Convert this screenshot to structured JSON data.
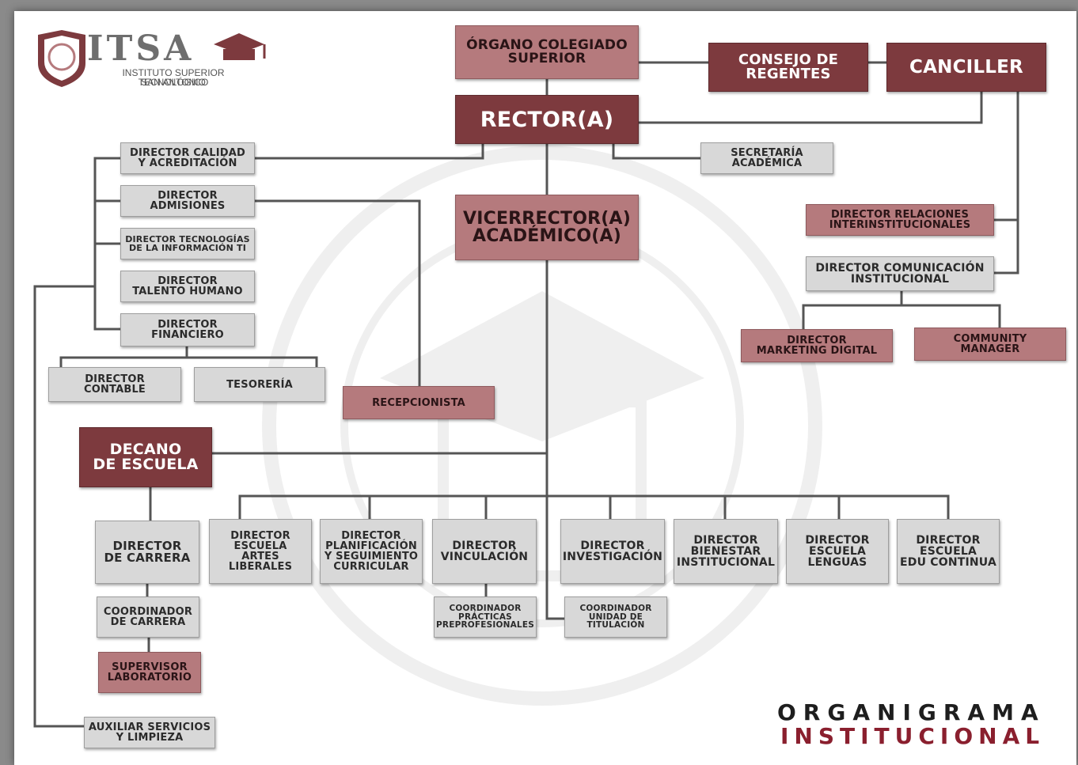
{
  "logo": {
    "name": "ITSA",
    "subtitle_line1": "INSTITUTO SUPERIOR TECNOLÓGICO",
    "subtitle_line2": "SAN ANTONIO"
  },
  "title": {
    "line1": "ORGANIGRAMA",
    "line2": "INSTITUCIONAL"
  },
  "colors": {
    "dark": "#7d3a3e",
    "mid": "#b57a7d",
    "light": "#d8d8d8",
    "line": "#555555",
    "title_accent": "#8a1f2e"
  },
  "nodes": {
    "organo": "ÓRGANO COLEGIADO\nSUPERIOR",
    "consejo": "CONSEJO DE\nREGENTES",
    "canciller": "CANCILLER",
    "rector": "RECTOR(A)",
    "calidad": "DIRECTOR CALIDAD\nY ACREDITACIÓN",
    "secretaria": "SECRETARÍA\nACADÉMICA",
    "admisiones": "DIRECTOR\nADMISIONES",
    "vicerrector": "VICERRECTOR(A)\nACADÉMICO(A)",
    "relaciones": "DIRECTOR RELACIONES\nINTERINSTITUCIONALES",
    "tecnologias": "DIRECTOR TECNOLOGÍAS\nDE LA INFORMACIÓN TI",
    "comunicacion": "DIRECTOR COMUNICACIÓN\nINSTITUCIONAL",
    "talento": "DIRECTOR\nTALENTO HUMANO",
    "financiero": "DIRECTOR\nFINANCIERO",
    "marketing": "DIRECTOR\nMARKETING DIGITAL",
    "community": "COMMUNITY\nMANAGER",
    "contable": "DIRECTOR\nCONTABLE",
    "tesoreria": "TESORERÍA",
    "recepcionista": "RECEPCIONISTA",
    "decano": "DECANO\nDE ESCUELA",
    "carrera": "DIRECTOR\nDE CARRERA",
    "artes": "DIRECTOR\nESCUELA\nARTES LIBERALES",
    "planificacion": "DIRECTOR\nPLANIFICACIÓN\nY SEGUIMIENTO\nCURRICULAR",
    "vinculacion": "DIRECTOR\nVINCULACIÓN",
    "investigacion": "DIRECTOR\nINVESTIGACIÓN",
    "bienestar": "DIRECTOR\nBIENESTAR\nINSTITUCIONAL",
    "lenguas": "DIRECTOR\nESCUELA\nLENGUAS",
    "continua": "DIRECTOR\nESCUELA\nEDU CONTINUA",
    "coord_carrera": "COORDINADOR\nDE CARRERA",
    "coord_practicas": "COORDINADOR\nPRÁCTICAS\nPREPROFESIONALES",
    "coord_titulacion": "COORDINADOR\nUNIDAD DE\nTITULACIÓN",
    "supervisor": "SUPERVISOR\nLABORATORIO",
    "auxiliar": "AUXILIAR SERVICIOS\nY LIMPIEZA"
  }
}
